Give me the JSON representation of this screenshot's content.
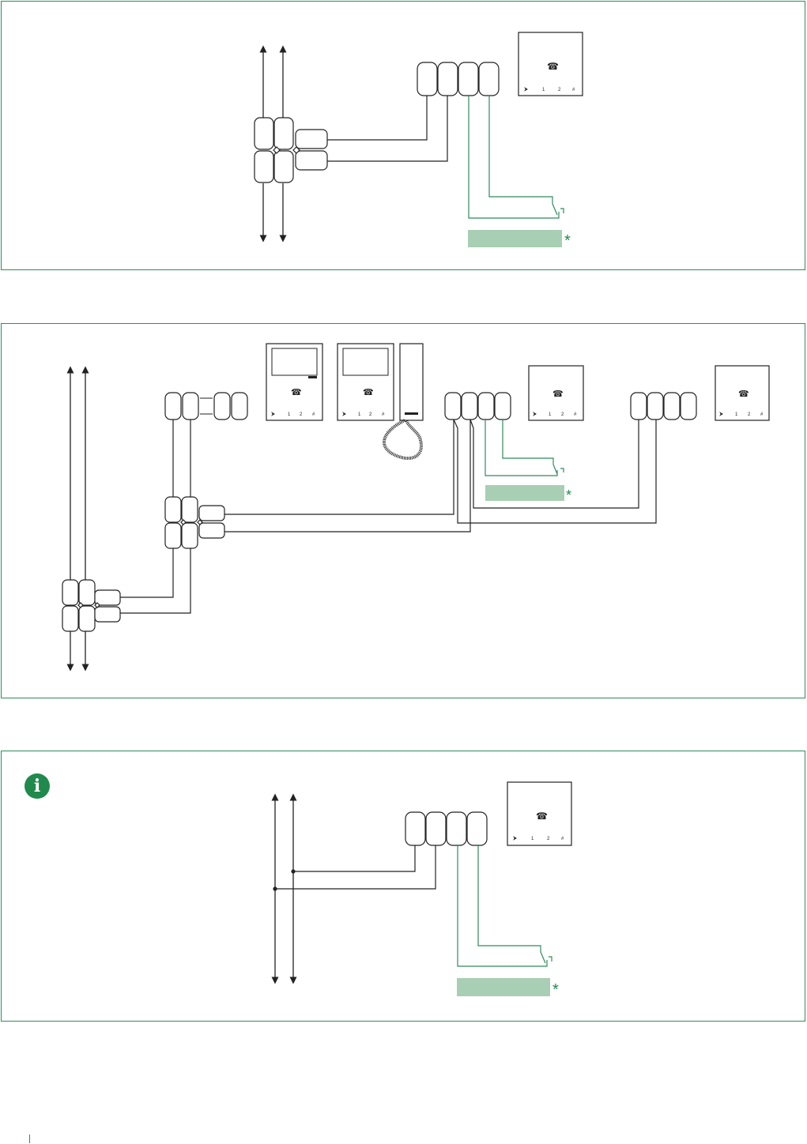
{
  "panels": [
    {
      "id": "panel-1",
      "kind": "riser-distributor-to-monitor"
    },
    {
      "id": "panel-2",
      "kind": "cascaded-distributors-multiple-monitors"
    },
    {
      "id": "panel-3",
      "kind": "direct-riser-tap-to-monitor"
    }
  ],
  "info_icon": {
    "glyph": "i",
    "color": "#1f8a4c"
  },
  "keypad_labels": {
    "k1": "1",
    "k2": "2",
    "k3": "#"
  },
  "optional_marker": "*",
  "colors": {
    "frame": "#2e8b5c",
    "wire": "#222222",
    "optional_wire": "#2e8b5c",
    "optional_bar": "#a8cfb3",
    "info": "#1f8a4c"
  }
}
